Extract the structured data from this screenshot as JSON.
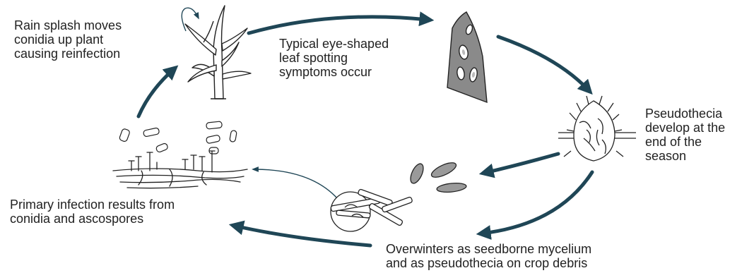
{
  "stages": {
    "rain_splash": [
      "Rain splash moves",
      "conidia up plant",
      "causing reinfection"
    ],
    "leaf_spotting": [
      "Typical eye-shaped",
      "leaf spotting",
      "symptoms occur"
    ],
    "pseudothecia": [
      "Pseudothecia",
      "develop at the",
      "end of the",
      "season"
    ],
    "primary_infection": [
      "Primary infection results from",
      "conidia and ascospores"
    ],
    "overwinters": [
      "Overwinters as seedborne mycelium",
      "and as pseudothecia on crop debris"
    ]
  },
  "colors": {
    "arrow": "#1f4656",
    "ink": "#222222",
    "leaf_fill": "#8a8a8a",
    "spore_fill": "#9a9a9a"
  }
}
